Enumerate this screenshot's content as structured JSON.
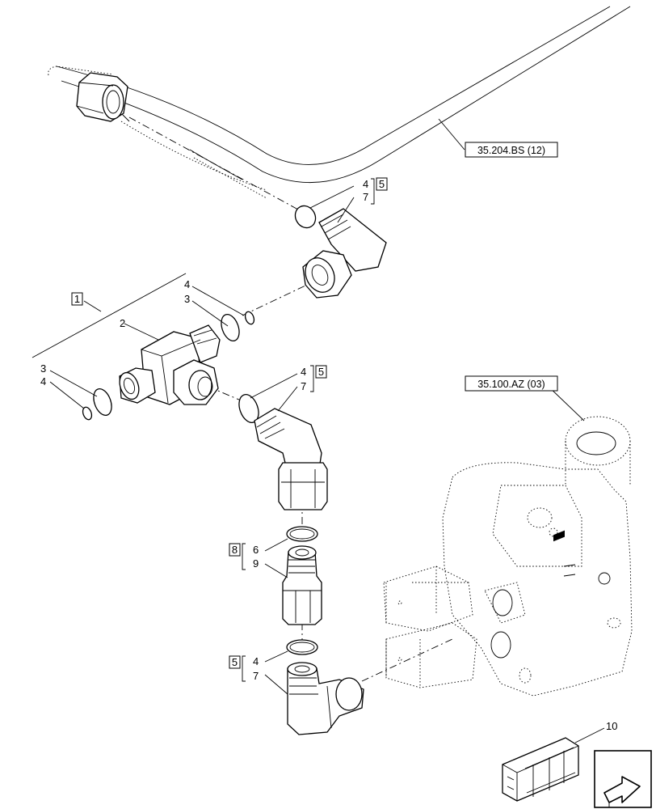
{
  "references": {
    "hose_ref": "35.204.BS (12)",
    "valve_ref": "35.100.AZ (03)"
  },
  "kit_labels": {
    "kit1": "1",
    "kit5_top": "5",
    "kit5_mid": "5",
    "kit5_bot": "5",
    "kit8": "8"
  },
  "callouts": {
    "c2": "2",
    "c3_left": "3",
    "c4_left": "4",
    "c4_tee": "4",
    "c3_tee": "3",
    "c4_top": "4",
    "c7_top": "7",
    "c4_mid": "4",
    "c7_mid": "7",
    "c6": "6",
    "c9": "9",
    "c4_bot": "4",
    "c7_bot": "7",
    "c10": "10"
  },
  "icons": {
    "nav": "next-page-arrow-icon",
    "kit_box": "kit-box-icon"
  }
}
